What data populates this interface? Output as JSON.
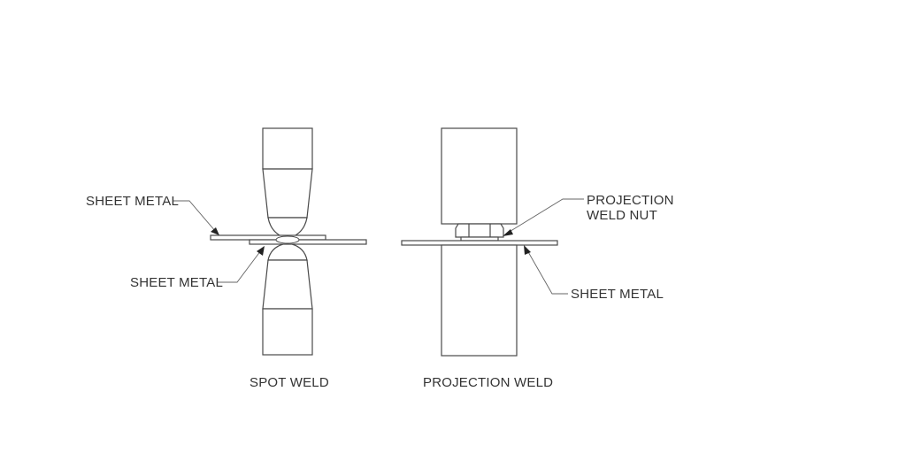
{
  "diagram": {
    "spot_weld": {
      "caption": "SPOT WELD",
      "label_top": "SHEET METAL",
      "label_bottom": "SHEET METAL"
    },
    "projection_weld": {
      "caption": "PROJECTION WELD",
      "label_nut_line1": "PROJECTION",
      "label_nut_line2": "WELD NUT",
      "label_sheet": "SHEET METAL"
    }
  }
}
